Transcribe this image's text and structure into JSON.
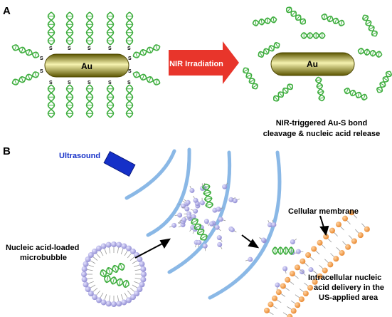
{
  "panel_a": {
    "label": "A",
    "rod_left_label": "Au",
    "rod_right_label": "Au",
    "thiol_label": "S",
    "arrow_label": "NIR Irradiation",
    "caption_line1": "NIR-triggered Au-S bond",
    "caption_line2": "cleavage & nucleic acid release"
  },
  "panel_b": {
    "label": "B",
    "ultrasound_label": "Ultrasound",
    "microbubble_label_line1": "Nucleic acid-loaded",
    "microbubble_label_line2": "microbubble",
    "membrane_label": "Cellular membrane",
    "delivery_line1": "Intracellular nucleic",
    "delivery_line2": "acid delivery in the",
    "delivery_line3": "US-applied area"
  },
  "colors": {
    "dna": "#3fae3f",
    "gold_light": "#f4ef9a",
    "gold_dark": "#6f6a00",
    "arrow_red": "#e8352b",
    "wave_blue": "#8ab8e6",
    "transducer_blue": "#1530c8",
    "lipid_head": "#a9a6e0",
    "membrane_orange": "#f29a43"
  }
}
